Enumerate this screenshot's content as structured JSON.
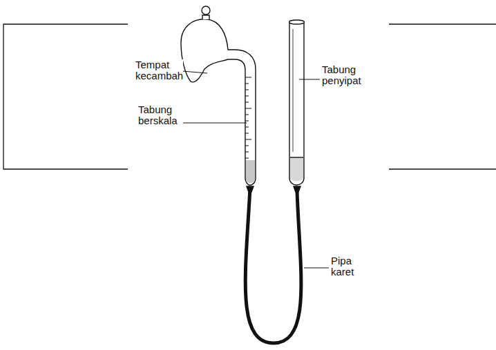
{
  "diagram": {
    "labels": [
      "Tempat kecambah",
      "Tabung berskala",
      "Tabung penyipat",
      "Pipa karet"
    ]
  }
}
